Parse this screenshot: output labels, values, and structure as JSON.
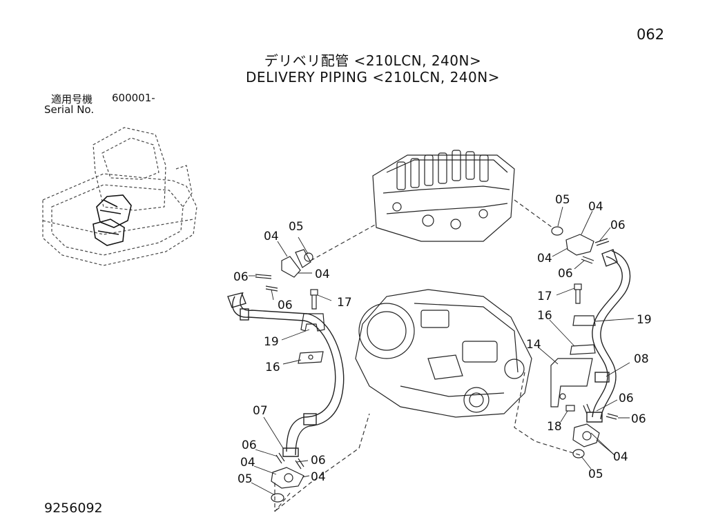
{
  "page_number": "062",
  "title": {
    "japanese": "デリベリ配管 <210LCN, 240N>",
    "english": "DELIVERY PIPING <210LCN, 240N>"
  },
  "serial": {
    "label_japanese": "適用号機",
    "number": "600001-",
    "label_english": "Serial No."
  },
  "document_number": "9256092",
  "part_labels": {
    "a05": "05",
    "a04": "04",
    "a06": "06",
    "a04b": "04",
    "a06b": "06",
    "a17": "17",
    "a19": "19",
    "a16": "16",
    "a07": "07",
    "a06c": "06",
    "a04c": "04",
    "a06d": "06",
    "a04d": "04",
    "a05b": "05",
    "b05": "05",
    "b04": "04",
    "b06": "06",
    "b04b": "04",
    "b06b": "06",
    "b17": "17",
    "b16": "16",
    "b19": "19",
    "b14": "14",
    "b08": "08",
    "b06c": "06",
    "b06d": "06",
    "b18": "18",
    "b04c": "04",
    "b05b": "05"
  }
}
